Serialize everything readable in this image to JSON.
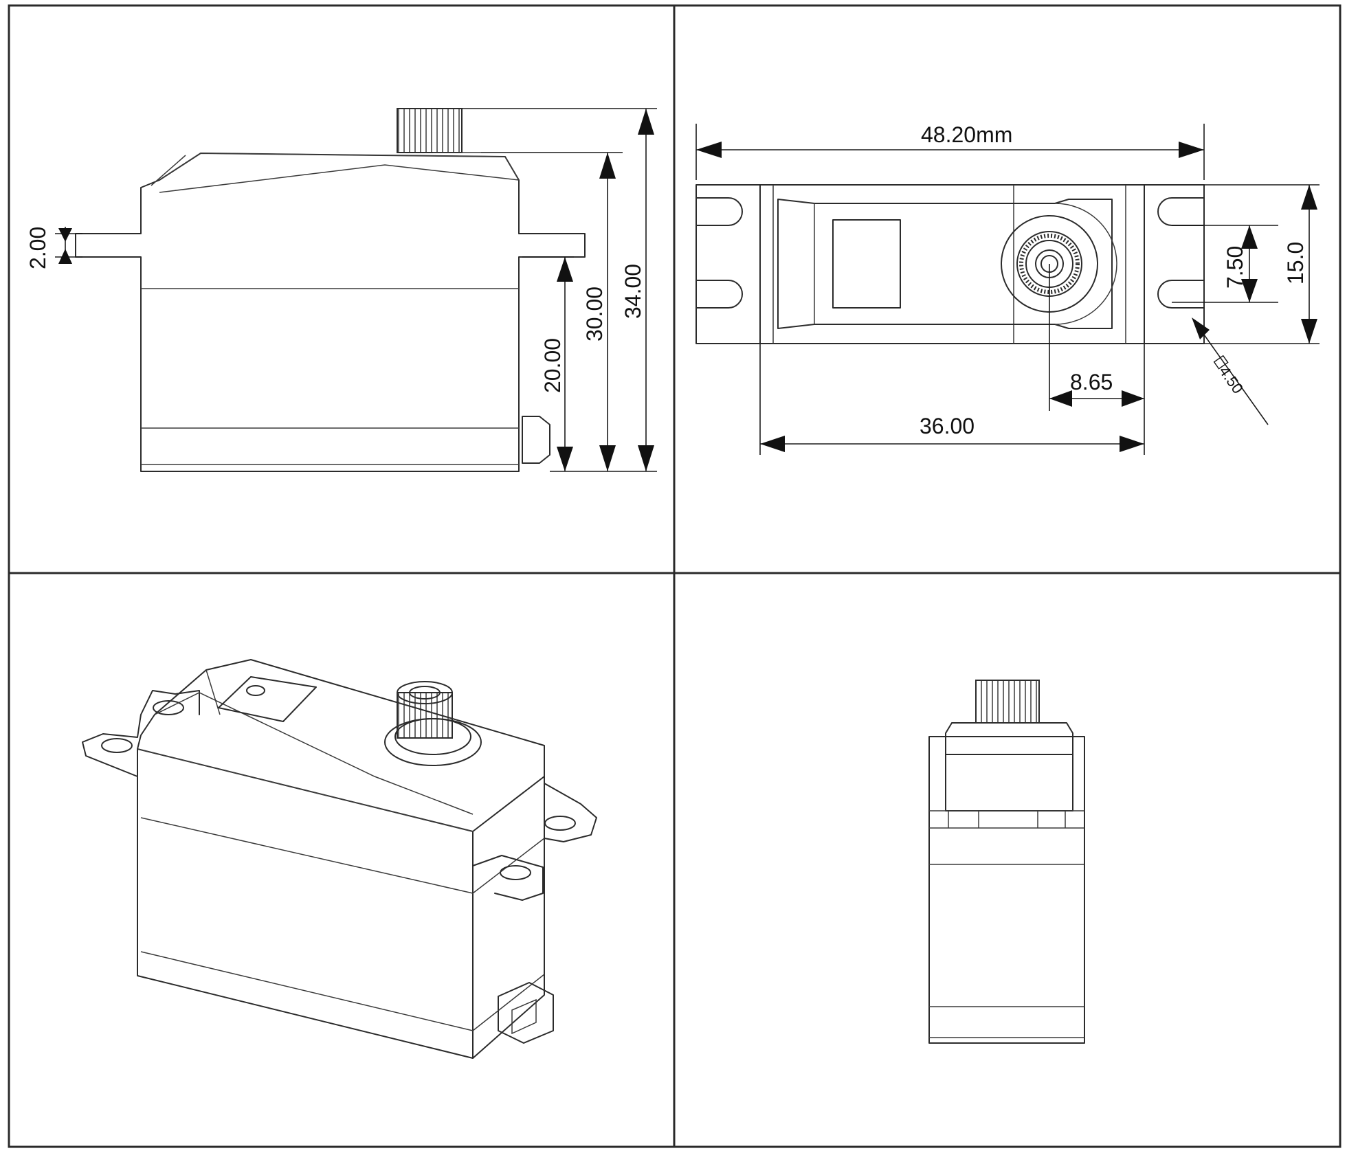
{
  "views": {
    "side": {
      "dims": {
        "ear_thickness": "2.00",
        "ear_height": "20.00",
        "body_height": "30.00",
        "total_height": "34.00"
      }
    },
    "top": {
      "dims": {
        "overall_length": "48.20mm",
        "body_length": "36.00",
        "shaft_offset": "8.65",
        "hole_spacing": "7.50",
        "width": "15.0",
        "hole_diameter": "4.50"
      }
    },
    "iso": {},
    "end": {}
  }
}
